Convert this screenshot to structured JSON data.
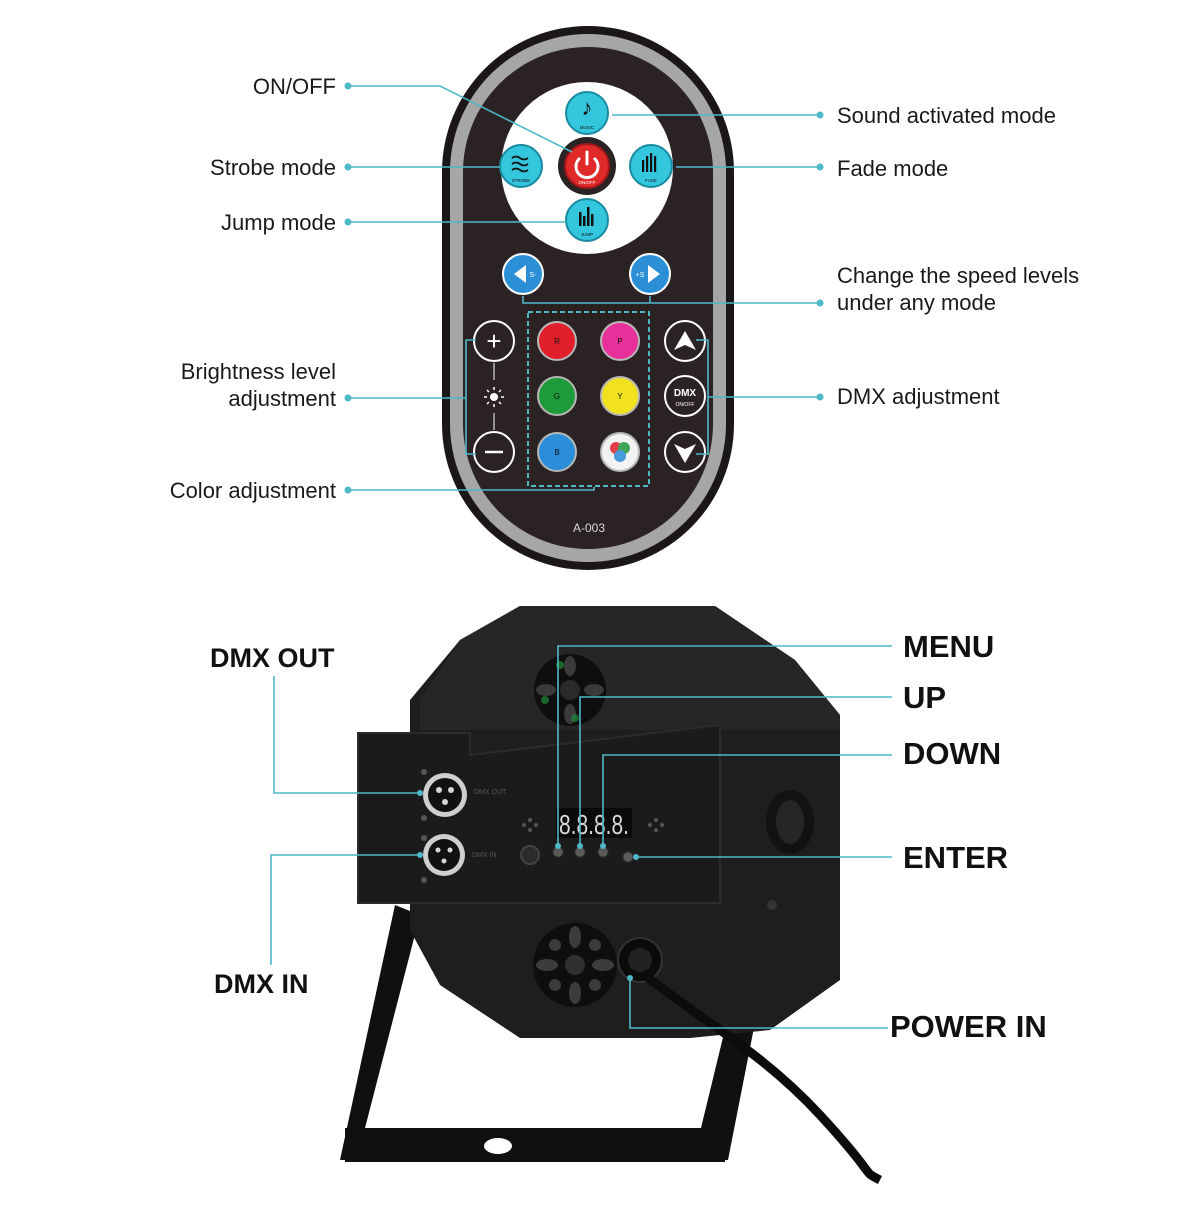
{
  "remote": {
    "model": "A-003",
    "colors": {
      "body": "#2b2223",
      "rim": "#a6a6a6",
      "cyan": "#34c6dc",
      "blue": "#2b8fd6",
      "power_red": "#e02a2a",
      "leader": "#4fb8c9"
    },
    "buttons": {
      "music": "MUSIC",
      "onoff": "ON/OFF",
      "strobe": "STROBE",
      "fade": "FADE",
      "jump": "JUMP",
      "speed_down": "S-",
      "speed_up": "+S",
      "red": "R",
      "purple": "P",
      "green": "G",
      "yellow": "Y",
      "blue_btn": "B",
      "dmx": "DMX",
      "dmx_sub": "ON/OFF"
    },
    "callouts": {
      "onoff": "ON/OFF",
      "strobe": "Strobe mode",
      "jump": "Jump mode",
      "brightness_1": "Brightness level",
      "brightness_2": "adjustment",
      "color": "Color adjustment",
      "sound": "Sound activated mode",
      "fade": "Fade mode",
      "speed_1": "Change the speed levels",
      "speed_2": "under any mode",
      "dmx": "DMX adjustment"
    }
  },
  "device": {
    "display": "8.8.8.8.",
    "port_out": "DMX OUT",
    "port_in": "DMX IN",
    "callouts": {
      "menu": "MENU",
      "up": "UP",
      "down": "DOWN",
      "enter": "ENTER",
      "dmx_out": "DMX OUT",
      "dmx_in": "DMX IN",
      "power_in": "POWER IN"
    }
  }
}
